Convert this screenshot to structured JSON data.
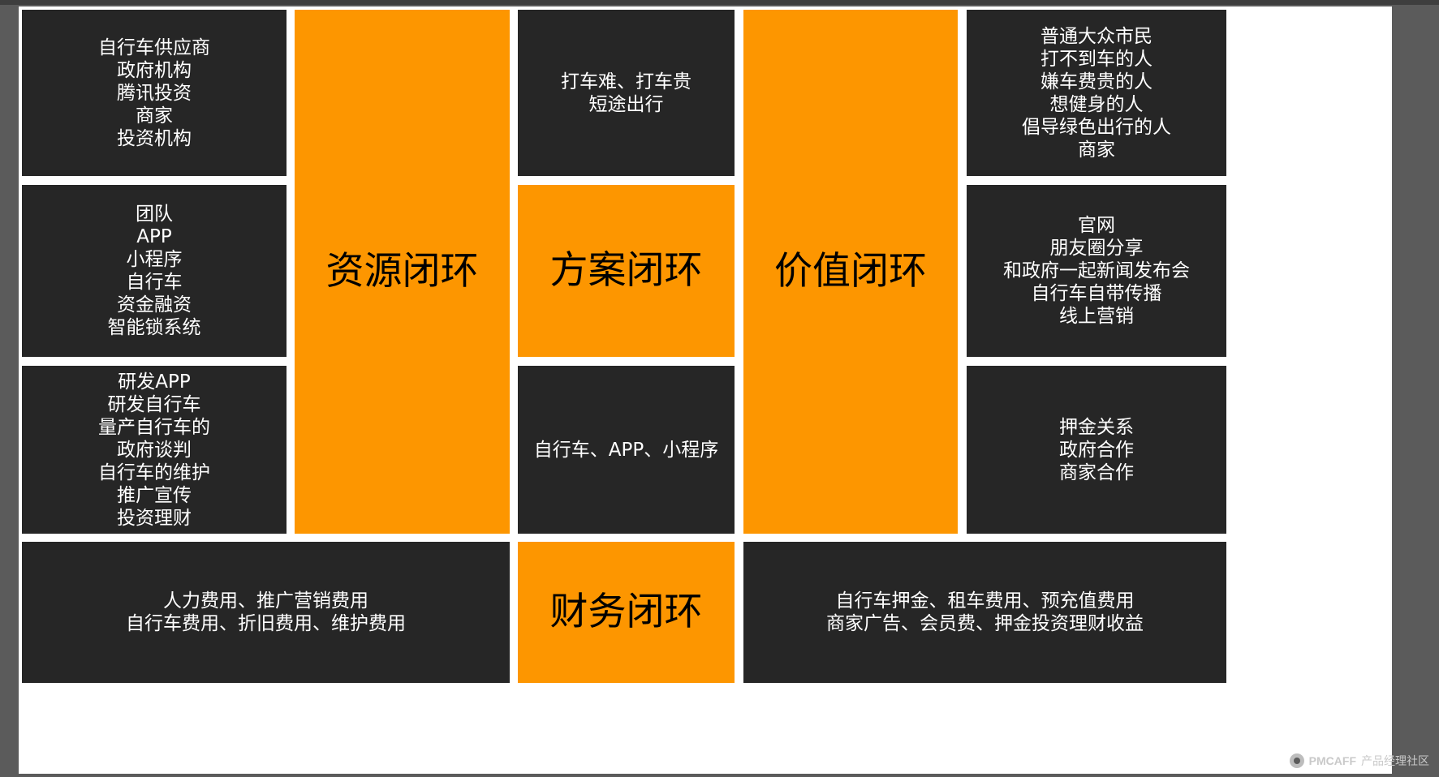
{
  "cells": {
    "partners": [
      "自行车供应商",
      "政府机构",
      "腾讯投资",
      "商家",
      "投资机构"
    ],
    "resources": [
      "团队",
      "APP",
      "小程序",
      "自行车",
      "资金融资",
      "智能锁系统"
    ],
    "activities": [
      "研发APP",
      "研发自行车",
      "量产自行车的",
      "政府谈判",
      "自行车的维护",
      "推广宣传",
      "投资理财"
    ],
    "resource_loop": "资源闭环",
    "problems": [
      "打车难、打车贵",
      "短途出行"
    ],
    "solution_loop": "方案闭环",
    "products": [
      "自行车、APP、小程序"
    ],
    "value_loop": "价值闭环",
    "customers": [
      "普通大众市民",
      "打不到车的人",
      "嫌车费贵的人",
      "想健身的人",
      "倡导绿色出行的人",
      "商家"
    ],
    "channels": [
      "官网",
      "朋友圈分享",
      "和政府一起新闻发布会",
      "自行车自带传播",
      "线上营销"
    ],
    "relationships": [
      "押金关系",
      "政府合作",
      "商家合作"
    ],
    "costs": [
      "人力费用、推广营销费用",
      "自行车费用、折旧费用、维护费用"
    ],
    "finance_loop": "财务闭环",
    "revenues": [
      "自行车押金、租车费用、预充值费用",
      "商家广告、会员费、押金投资理财收益"
    ]
  },
  "watermark": {
    "brand": "PMCAFF",
    "tagline": "产品经理社区"
  },
  "colors": {
    "accent": "#fd9600",
    "dark": "#262626",
    "background": "#5b5b5b"
  }
}
